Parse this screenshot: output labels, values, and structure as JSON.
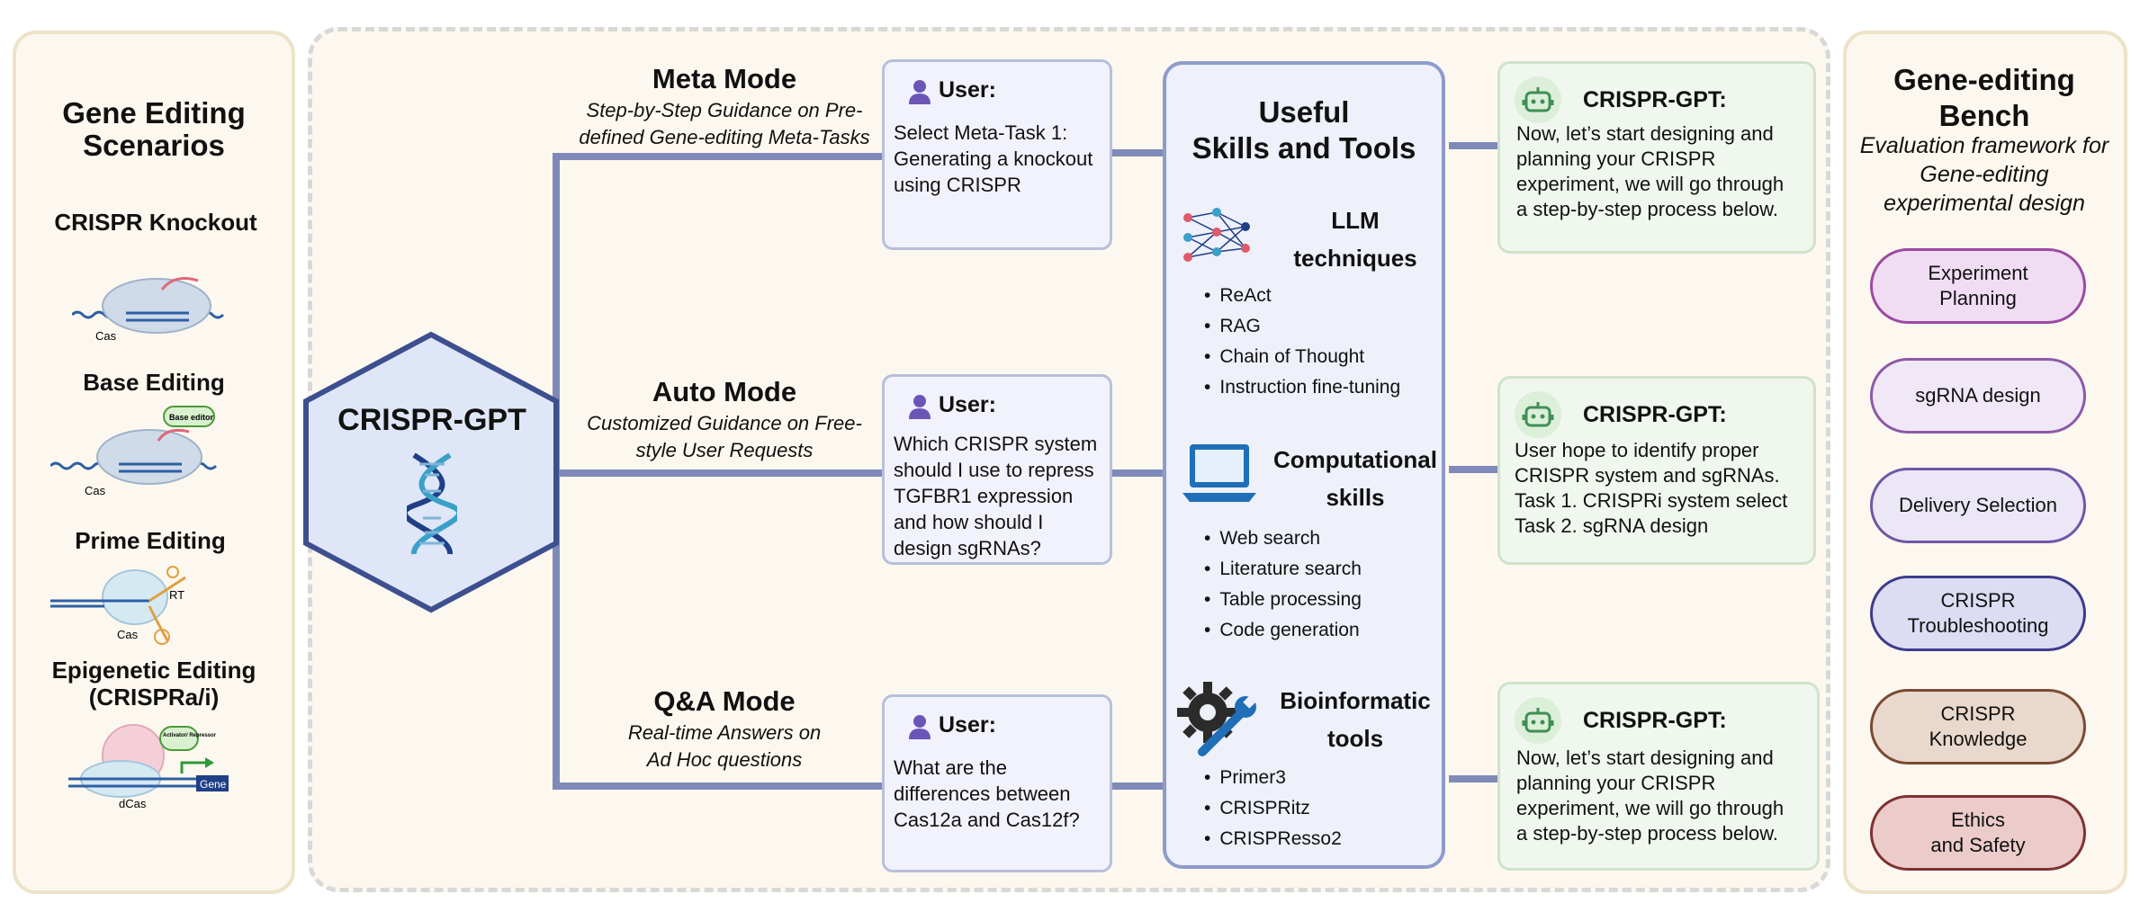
{
  "left_panel": {
    "title": "Gene Editing Scenarios",
    "scenarios": [
      {
        "label": "CRISPR Knockout",
        "cas": "Cas"
      },
      {
        "label": "Base Editing",
        "cas": "Cas",
        "tag": "Base editor"
      },
      {
        "label": "Prime Editing",
        "cas": "Cas",
        "tag": "RT"
      },
      {
        "label": "Epigenetic Editing (CRISPRa/i)",
        "cas": "dCas",
        "tag": "Activator/ Repressor",
        "gene": "Gene"
      }
    ]
  },
  "hub": {
    "label": "CRISPR-GPT"
  },
  "modes": [
    {
      "title": "Meta Mode",
      "subtitle_1": "Step-by-Step Guidance on Pre-",
      "subtitle_2": "defined Gene-editing Meta-Tasks",
      "user_header": "User:",
      "user_message": [
        "Select Meta-Task 1:",
        "Generating a knockout",
        "using CRISPR"
      ],
      "gpt_header": "CRISPR-GPT:",
      "gpt_message": [
        "Now, let’s start designing and",
        "planning your CRISPR",
        "experiment, we will go through",
        "a step-by-step process below."
      ]
    },
    {
      "title": "Auto Mode",
      "subtitle_1": "Customized Guidance on Free-",
      "subtitle_2": "style User Requests",
      "user_header": "User:",
      "user_message": [
        "Which CRISPR system",
        "should I use to repress",
        "TGFBR1 expression",
        "and how should I",
        "design sgRNAs?"
      ],
      "gpt_header": "CRISPR-GPT:",
      "gpt_message": [
        "User hope to identify proper",
        "CRISPR system and sgRNAs.",
        "Task 1. CRISPRi system select",
        "Task 2. sgRNA design"
      ]
    },
    {
      "title": "Q&A Mode",
      "subtitle_1": "Real-time Answers on",
      "subtitle_2": "Ad Hoc questions",
      "user_header": "User:",
      "user_message": [
        "What are the",
        "differences between",
        "Cas12a and Cas12f?"
      ],
      "gpt_header": "CRISPR-GPT:",
      "gpt_message": [
        "Now, let’s start designing and",
        "planning your CRISPR",
        "experiment, we will go through",
        "a step-by-step process below."
      ]
    }
  ],
  "tools": {
    "title_1": "Useful",
    "title_2": "Skills and Tools",
    "sections": [
      {
        "title_1": "LLM",
        "title_2": "techniques",
        "icon": "neural-network-icon",
        "items": [
          "ReAct",
          "RAG",
          "Chain of Thought",
          "Instruction fine-tuning"
        ]
      },
      {
        "title_1": "Computational",
        "title_2": "skills",
        "icon": "laptop-icon",
        "items": [
          "Web search",
          "Literature search",
          "Table processing",
          "Code generation"
        ]
      },
      {
        "title_1": "Bioinformatic",
        "title_2": "tools",
        "icon": "gear-wrench-icon",
        "items": [
          "Primer3",
          "CRISPRitz",
          "CRISPResso2"
        ]
      }
    ]
  },
  "bench": {
    "title_1": "Gene-editing",
    "title_2": "Bench",
    "subtitle": [
      "Evaluation framework for",
      "Gene-editing",
      "experimental design"
    ],
    "pills": [
      {
        "lines": [
          "Experiment",
          "Planning"
        ],
        "fill": "#f1ddf3",
        "border": "#9b4aa3"
      },
      {
        "lines": [
          "sgRNA design"
        ],
        "fill": "#f1e8f7",
        "border": "#8c5aa8"
      },
      {
        "lines": [
          "Delivery Selection"
        ],
        "fill": "#ebe7f6",
        "border": "#6f57a6"
      },
      {
        "lines": [
          "CRISPR",
          "Troubleshooting"
        ],
        "fill": "#dcdcf3",
        "border": "#3e3b8c"
      },
      {
        "lines": [
          "CRISPR",
          "Knowledge"
        ],
        "fill": "#e9d8cc",
        "border": "#7a4a34"
      },
      {
        "lines": [
          "Ethics",
          "and Safety"
        ],
        "fill": "#eccbcb",
        "border": "#7e3232"
      }
    ]
  },
  "colors": {
    "connector": "#7f8ab8",
    "hub_fill": "#dfe6f7",
    "hub_border": "#3d4f8e",
    "user_icon": "#6b56b8",
    "bot_icon": "#3f8f55"
  }
}
